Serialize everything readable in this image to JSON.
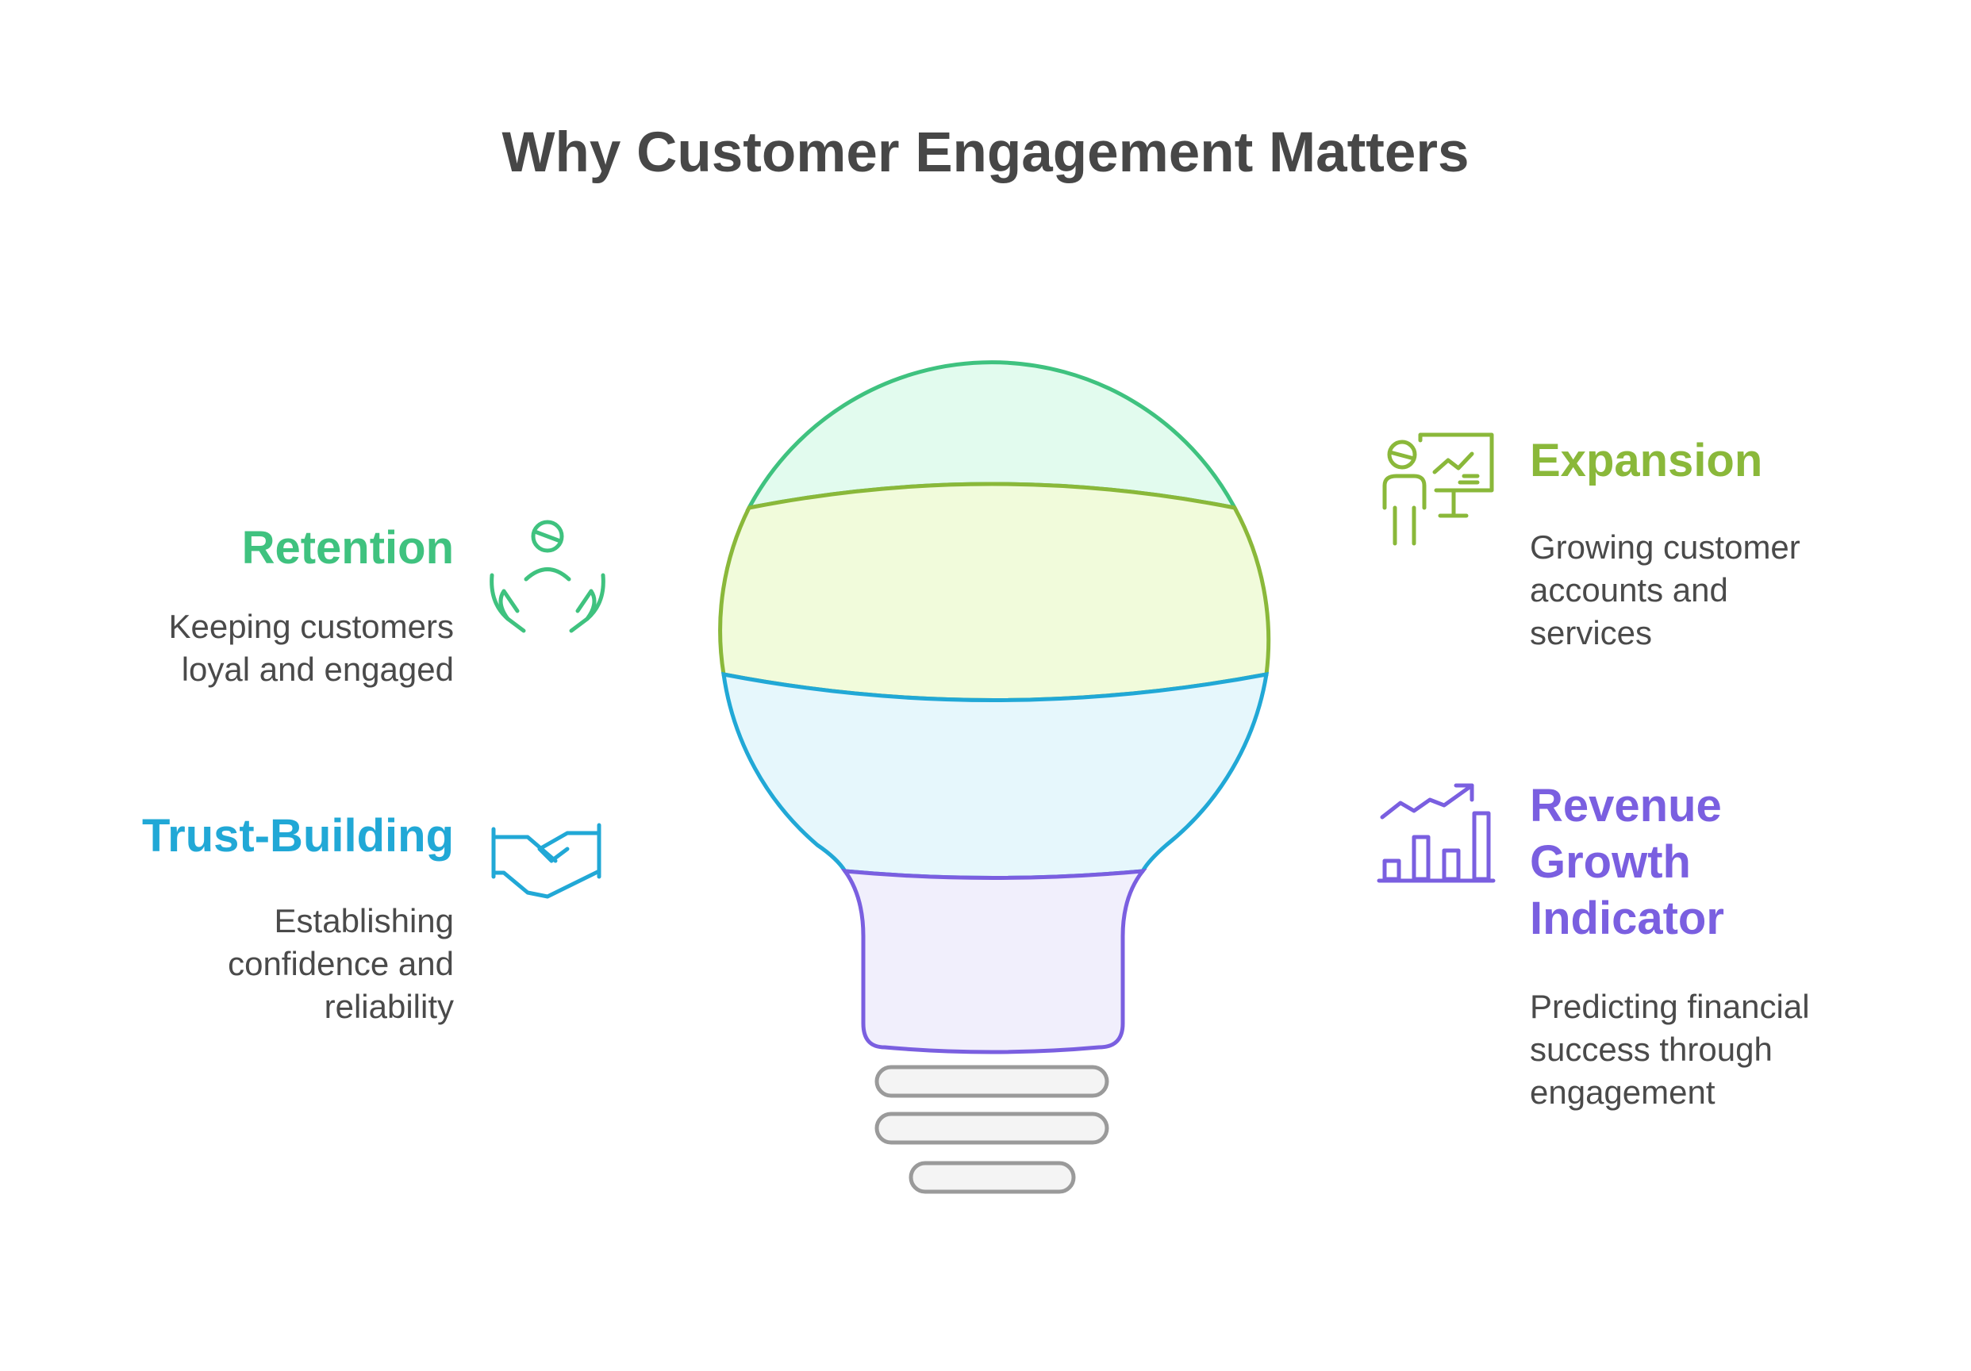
{
  "title": "Why Customer Engagement Matters",
  "colors": {
    "retention": "#3fc27f",
    "expansion": "#8ab83a",
    "trust": "#21a8d6",
    "revenue": "#7a5fe0",
    "base": "#9a9a9a"
  },
  "items": [
    {
      "key": "retention",
      "heading": "Retention",
      "description": [
        "Keeping customers",
        "loyal and engaged"
      ],
      "icon": "hands-holding-person-icon"
    },
    {
      "key": "trust",
      "heading": "Trust-Building",
      "description": [
        "Establishing",
        "confidence and",
        "reliability"
      ],
      "icon": "handshake-icon"
    },
    {
      "key": "expansion",
      "heading": "Expansion",
      "description": [
        "Growing customer",
        "accounts and",
        "services"
      ],
      "icon": "presenter-chart-icon"
    },
    {
      "key": "revenue",
      "heading": [
        "Revenue",
        "Growth",
        "Indicator"
      ],
      "description": [
        "Predicting financial",
        "success through",
        "engagement"
      ],
      "icon": "growth-bar-chart-icon"
    }
  ]
}
